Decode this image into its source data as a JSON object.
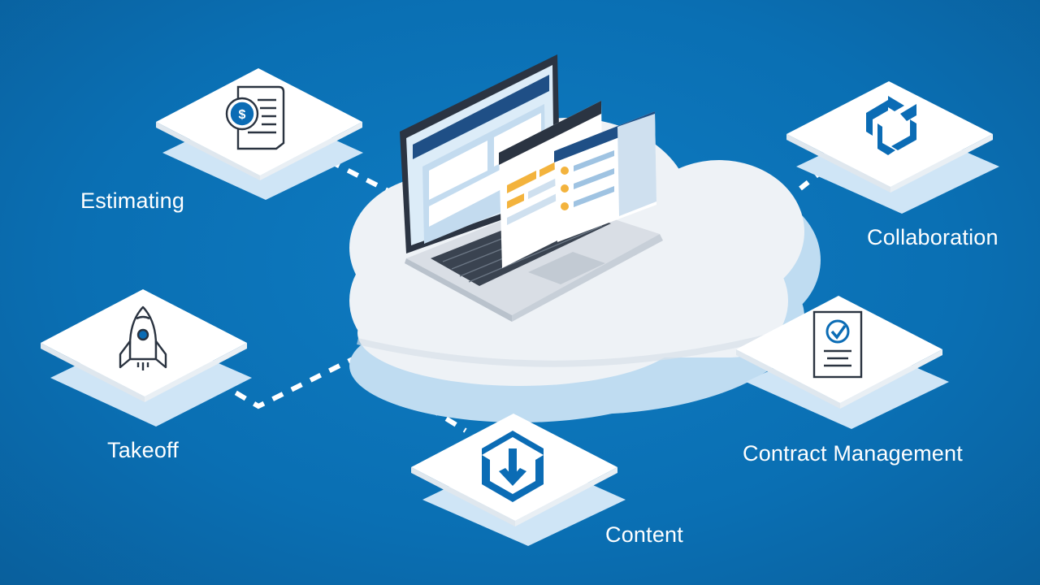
{
  "diagram": {
    "nodes": {
      "estimating": {
        "label": "Estimating",
        "icon": "estimating-document-dollar-icon"
      },
      "collaboration": {
        "label": "Collaboration",
        "icon": "collaboration-logo-icon"
      },
      "takeoff": {
        "label": "Takeoff",
        "icon": "rocket-icon"
      },
      "contract_management": {
        "label": "Contract Management",
        "icon": "contract-checklist-icon"
      },
      "content": {
        "label": "Content",
        "icon": "content-download-box-icon"
      }
    },
    "center": {
      "icon": "cloud-laptop-icon"
    }
  },
  "colors": {
    "background": "#0a6fb3",
    "tile_top": "#ffffff",
    "tile_shadow": "#cfe5f6",
    "cloud": "#eef2f6",
    "cloud_shadow": "#bfdcf1",
    "icon_blue": "#0b6cb5",
    "icon_dark": "#2a3340",
    "accent_yellow": "#f3b33d",
    "screen_light": "#dcecf8"
  }
}
